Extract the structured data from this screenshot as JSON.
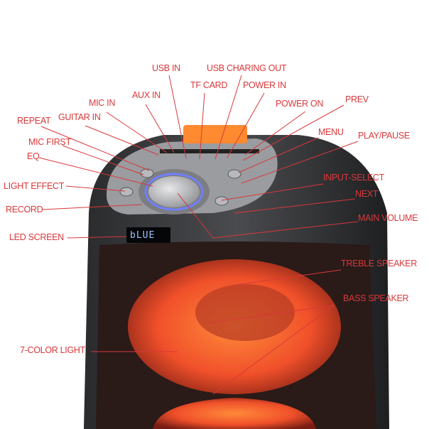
{
  "colors": {
    "label": "#d9383a",
    "body": "#3a3b3d",
    "glow": "#ff6a2a",
    "ring": "#6a7cff"
  },
  "led_display": "bLUE",
  "labels": {
    "usb_in": "USB IN",
    "usb_charging_out": "USB CHARING OUT",
    "tf_card": "TF CARD",
    "power_in": "POWER IN",
    "aux_in": "AUX IN",
    "mic_in": "MIC IN",
    "power_on": "POWER ON",
    "prev": "PREV",
    "repeat": "REPEAT",
    "guitar_in": "GUITAR IN",
    "menu": "MENU",
    "play_pause": "PLAY/PAUSE",
    "mic_first": "MIC FIRST",
    "eq": "EQ",
    "input_select": "INPUT-SELECT",
    "light_effect": "LIGHT EFFECT",
    "next": "NEXT",
    "record": "RECORD",
    "main_volume": "MAIN VOLUME",
    "led_screen": "LED SCREEN",
    "treble_speaker": "TREBLE SPEAKER",
    "bass_speaker": "BASS SPEAKER",
    "color_light": "7-COLOR LIGHT"
  }
}
